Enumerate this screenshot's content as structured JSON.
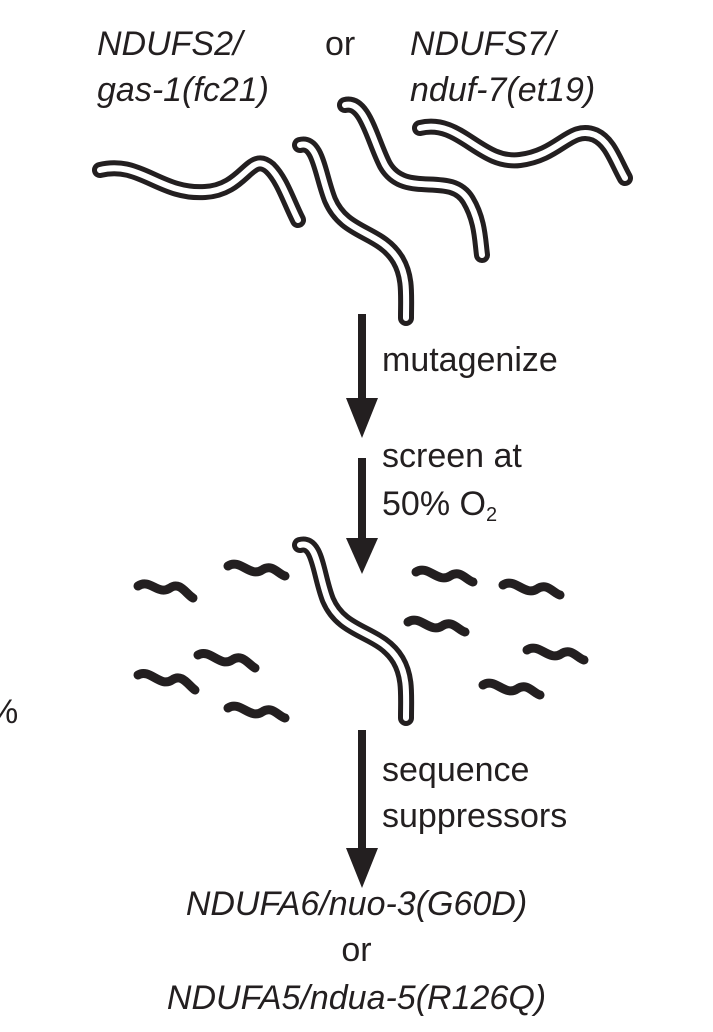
{
  "parents": {
    "left": {
      "line1": "NDUFS2/",
      "line2": "gas-1(fc21)"
    },
    "connector": "or",
    "right": {
      "line1": "NDUFS7/",
      "line2": "nduf-7(et19)"
    }
  },
  "steps": {
    "mutagenize": "mutagenize",
    "screen_line1": "screen at",
    "screen_line2_prefix": "50% O",
    "screen_line2_sub": "2",
    "sequence_line1": "sequence",
    "sequence_line2": "suppressors"
  },
  "results": {
    "line1": "NDUFA6/nuo-3(G60D)",
    "connector": "or",
    "line2": "NDUFA5/ndua-5(R126Q)"
  },
  "edge_fragment": "%",
  "colors": {
    "ink": "#231f20",
    "background": "#ffffff"
  }
}
